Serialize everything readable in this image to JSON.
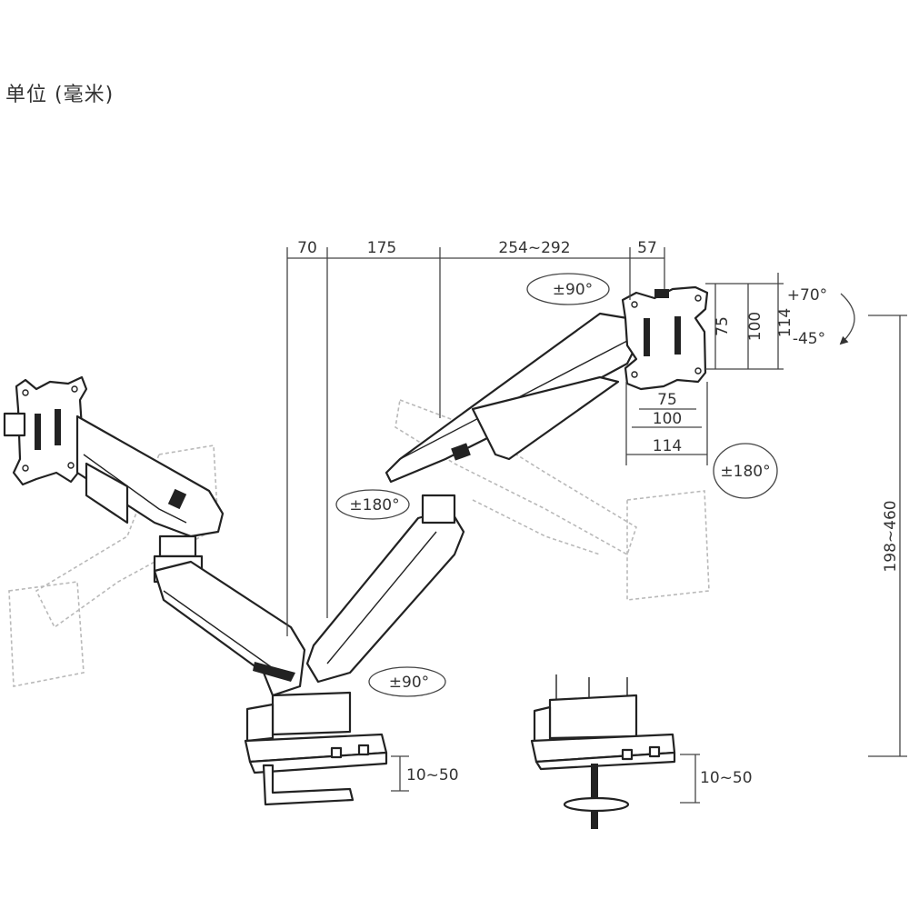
{
  "unit_label": "单位 (毫米)",
  "dimensions": {
    "top_segments": [
      "70",
      "175",
      "254~292",
      "57"
    ],
    "vesa_horizontal": [
      "75",
      "100",
      "114"
    ],
    "vesa_vertical": [
      "75",
      "100",
      "114"
    ],
    "height_range": "198~460",
    "clamp_left": "10~50",
    "clamp_right": "10~50"
  },
  "rotations": {
    "tilt_up": "+70°",
    "tilt_down": "-45°",
    "swivel_head": "±90°",
    "rotate_plate": "±180°",
    "rotate_arm_mid": "±180°",
    "rotate_base": "±90°"
  }
}
